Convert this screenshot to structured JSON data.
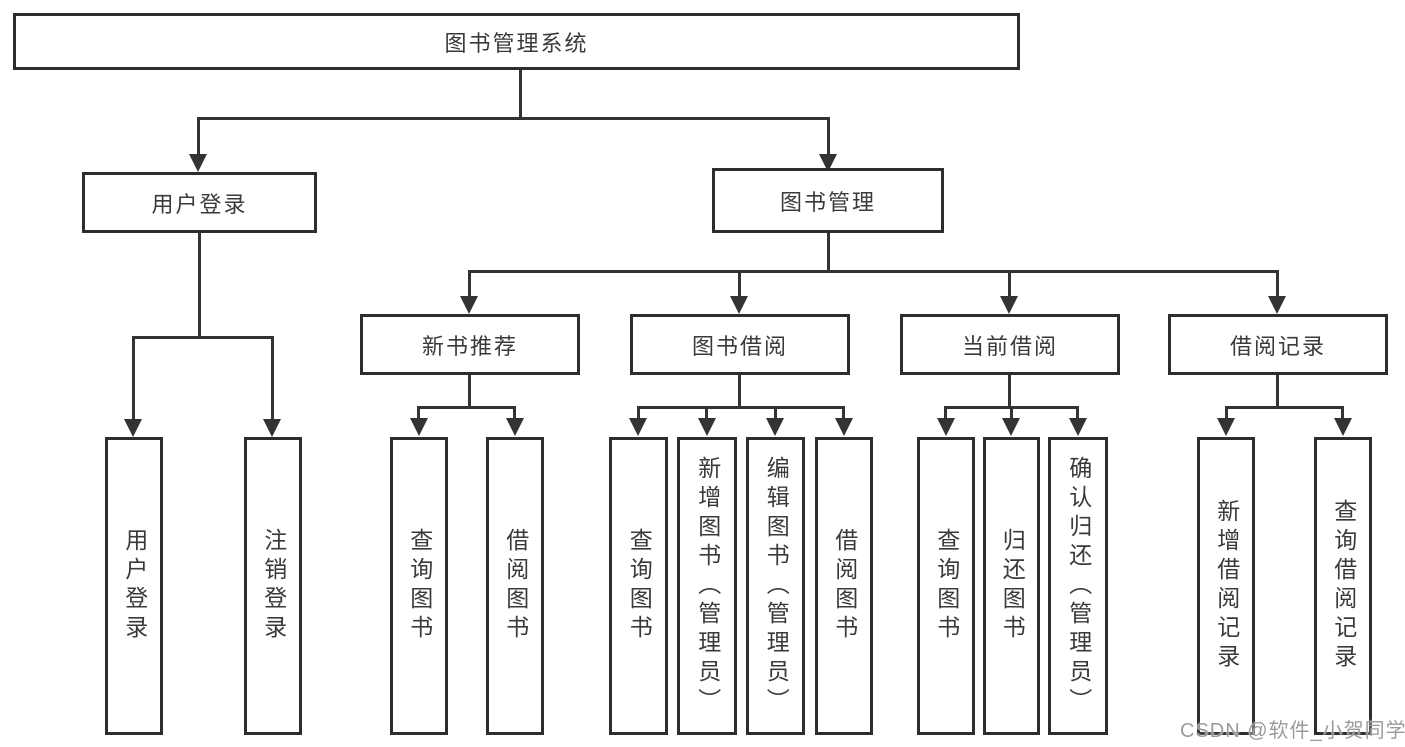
{
  "tree": {
    "label": "图书管理系统",
    "children": [
      {
        "label": "用户登录",
        "children": [
          {
            "label": "用户登录"
          },
          {
            "label": "注销登录"
          }
        ]
      },
      {
        "label": "图书管理",
        "children": [
          {
            "label": "新书推荐",
            "children": [
              {
                "label": "查询图书"
              },
              {
                "label": "借阅图书"
              }
            ]
          },
          {
            "label": "图书借阅",
            "children": [
              {
                "label": "查询图书"
              },
              {
                "label": "新增图书（管理员）"
              },
              {
                "label": "编辑图书（管理员）"
              },
              {
                "label": "借阅图书"
              }
            ]
          },
          {
            "label": "当前借阅",
            "children": [
              {
                "label": "查询图书"
              },
              {
                "label": "归还图书"
              },
              {
                "label": "确认归还（管理员）"
              }
            ]
          },
          {
            "label": "借阅记录",
            "children": [
              {
                "label": "新增借阅记录"
              },
              {
                "label": "查询借阅记录"
              }
            ]
          }
        ]
      }
    ]
  },
  "watermark": "CSDN @软件_小贺同学",
  "colors": {
    "background": "#ffffff",
    "box_border": "#2d2d2d",
    "line": "#333333",
    "text": "#3a3a3a",
    "watermark": "#9b9b9b"
  }
}
